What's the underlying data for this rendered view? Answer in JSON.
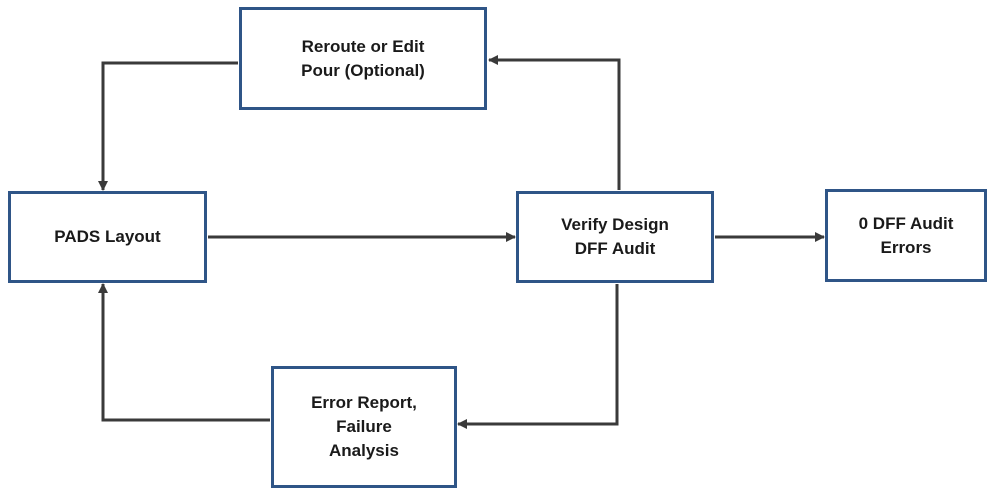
{
  "nodes": {
    "reroute": {
      "lines": [
        "Reroute or Edit",
        "Pour (Optional)"
      ]
    },
    "pads": {
      "lines": [
        "PADS Layout"
      ]
    },
    "verify": {
      "lines": [
        "Verify Design",
        "DFF Audit"
      ]
    },
    "zero_errors": {
      "lines": [
        "0 DFF Audit",
        "Errors"
      ]
    },
    "error_report": {
      "lines": [
        "Error Report,",
        "Failure",
        "Analysis"
      ]
    }
  },
  "edges": [
    {
      "from": "reroute",
      "to": "pads"
    },
    {
      "from": "pads",
      "to": "verify"
    },
    {
      "from": "verify",
      "to": "reroute"
    },
    {
      "from": "verify",
      "to": "zero_errors"
    },
    {
      "from": "verify",
      "to": "error_report"
    },
    {
      "from": "error_report",
      "to": "pads"
    }
  ],
  "colors": {
    "box_border": "#2f5587",
    "connector": "#3a3a3a"
  }
}
